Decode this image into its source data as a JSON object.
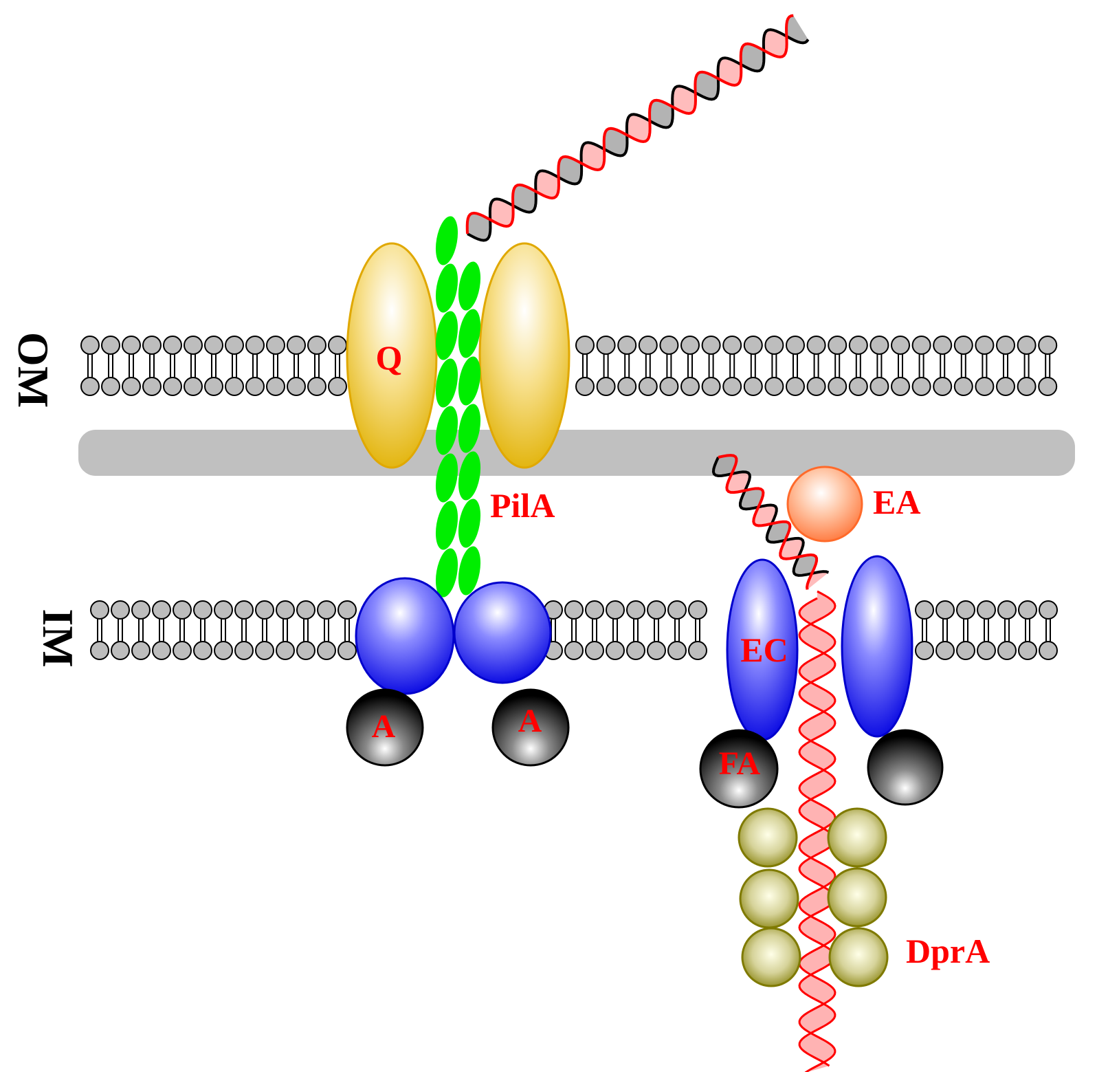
{
  "membranes": {
    "outer_label": "OM",
    "inner_label": "IM"
  },
  "proteins": {
    "secretin": "Q",
    "pilin": "PilA",
    "platform_left": "A",
    "platform_right": "A",
    "channel": "EC",
    "atpase": "FA",
    "periplasmic_protein": "EA",
    "ssdna_binding": "DprA"
  },
  "colors": {
    "lipid_head": "#bdbdbd",
    "peptidoglycan": "#c0c0c0",
    "secretin": "#e6b400",
    "pilin": "#00ee00",
    "inner_protein": "#0000ee",
    "atpase": "#000000",
    "periplasmic_protein": "#ff7a3d",
    "dprA": "#7f7a00",
    "label": "#ff0000",
    "dna_strand_red": "#ff0000",
    "dna_strand_black": "#000000"
  }
}
